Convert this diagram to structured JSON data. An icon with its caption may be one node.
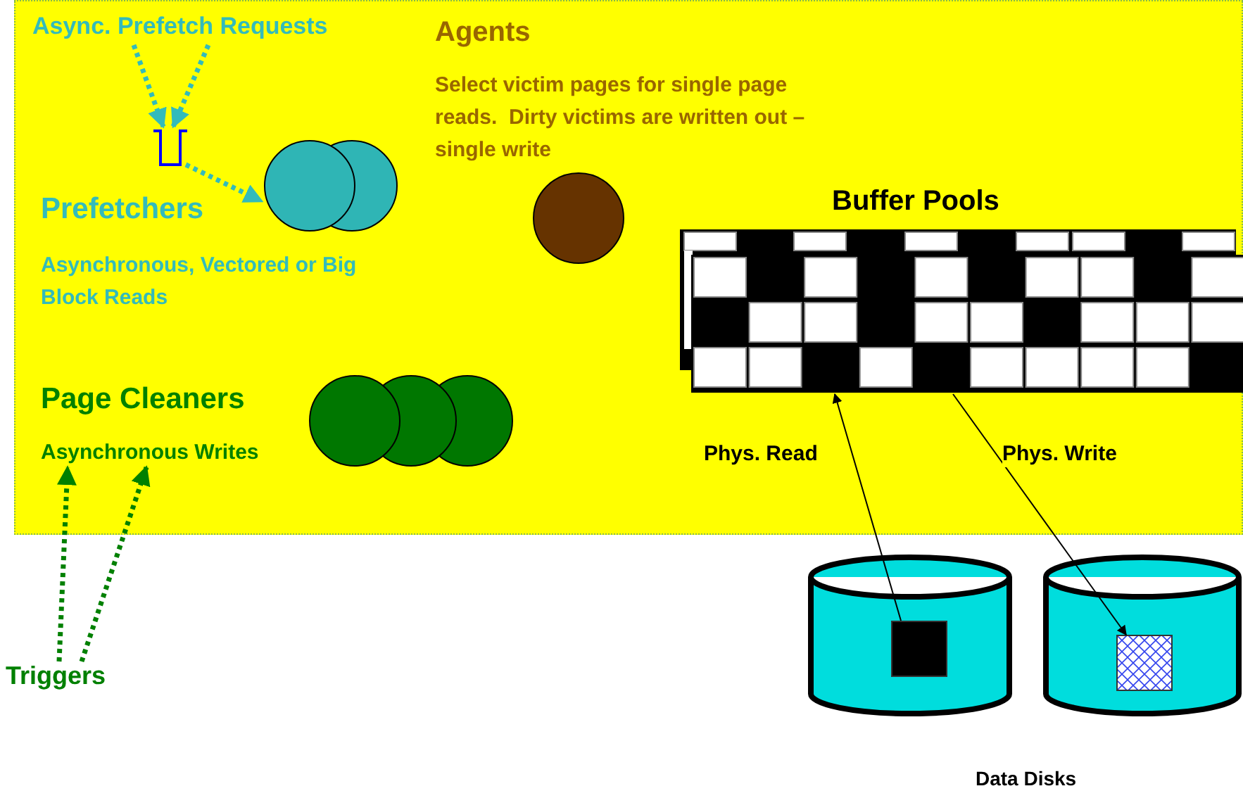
{
  "diagram": {
    "nodes": [
      {
        "text": [],
        "shape": "box"
      },
      {
        "text": [
          "Async. Prefetch Requests"
        ],
        "in": 0
      },
      {
        "text": [],
        "shape": "picture",
        "in": 0
      },
      {
        "text": [],
        "shape": "circle",
        "in": 0,
        "beside": [
          "Prefetchers",
          "Asynchronous, Vectored or Big Block Reads"
        ]
      },
      {
        "text": [],
        "shape": "circle",
        "in": 0,
        "beside": [
          "Agents",
          "Select victim pages for single page reads.  Dirty victims are written out – single write"
        ]
      },
      {
        "text": [
          "Buffer Pools"
        ],
        "in": 0
      },
      {
        "text": [
          "Page Cleaners",
          "Asynchronous Writes"
        ],
        "in": 0
      },
      {
        "text": [],
        "shape": "circle",
        "in": 0
      },
      {
        "text": [
          "Triggers"
        ]
      },
      {
        "text": [],
        "shape": "cylinder"
      },
      {
        "text": [],
        "shape": "box",
        "in": 9
      },
      {
        "text": [],
        "shape": "cylinder"
      },
      {
        "text": [],
        "shape": "box",
        "in": 11
      }
    ],
    "edges": [
      {
        "from": 1,
        "to": 2,
        "arrow": "to",
        "style": "dashed",
        "color": "#33bbbb"
      },
      {
        "from": 1,
        "to": 2,
        "arrow": "to",
        "style": "dashed",
        "color": "#33bbbb"
      },
      {
        "from": 2,
        "to": 3,
        "arrow": "to",
        "style": "dashed",
        "color": "#33bbbb"
      },
      {
        "from": 8,
        "to": 6,
        "arrow": "to",
        "style": "dashed",
        "color": "#008000"
      },
      {
        "from": 8,
        "to": 6,
        "arrow": "to",
        "style": "dashed",
        "color": "#008000"
      },
      {
        "from": 10,
        "to": 5,
        "label": "Phys. Read",
        "arrow": "to",
        "color": "#000000"
      },
      {
        "from": 5,
        "to": 12,
        "label": "Phys. Write",
        "arrow": "to",
        "color": "#000000"
      }
    ],
    "labels": [
      "Data Disks"
    ]
  }
}
